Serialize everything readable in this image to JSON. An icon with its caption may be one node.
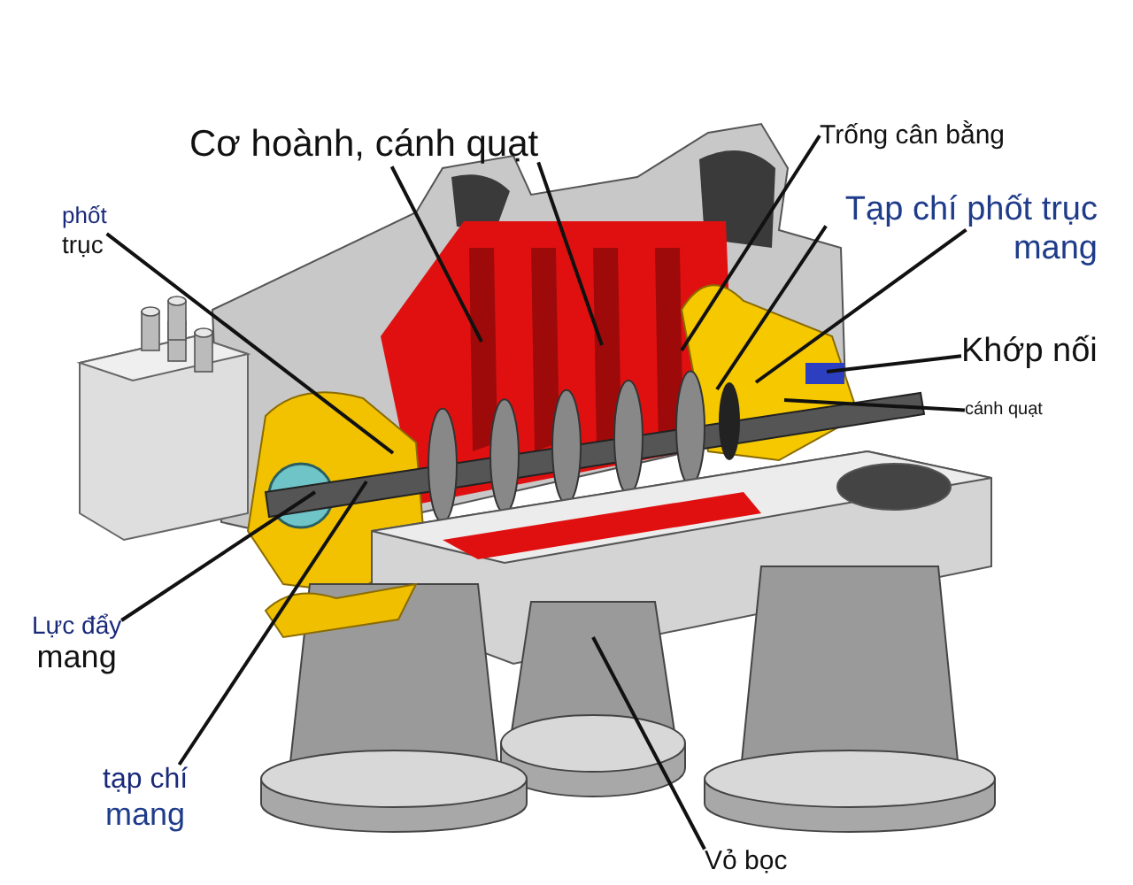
{
  "diagram": {
    "nodes": [
      {
        "text": [
          "Cơ hoành, cánh quạt"
        ]
      },
      {
        "text": [
          "Trống cân bằng"
        ]
      },
      {
        "text": [
          "Tạp chí phốt trục mang"
        ]
      },
      {
        "text": [
          "Khớp nối"
        ]
      },
      {
        "text": [
          "cánh quạt"
        ]
      },
      {
        "text": [
          "phốt",
          "trục"
        ]
      },
      {
        "text": [
          "Lực đẩy",
          "mang"
        ]
      },
      {
        "text": [
          "tạp chí",
          "mang"
        ]
      },
      {
        "text": [
          "Vỏ bọc"
        ]
      }
    ],
    "edges": [
      {
        "from": 0,
        "to": null,
        "arrow": "none"
      },
      {
        "from": 0,
        "to": null,
        "arrow": "none"
      },
      {
        "from": 1,
        "to": null,
        "arrow": "none"
      },
      {
        "from": 2,
        "to": null,
        "arrow": "none"
      },
      {
        "from": 2,
        "to": null,
        "arrow": "none"
      },
      {
        "from": 3,
        "to": null,
        "arrow": "none"
      },
      {
        "from": 4,
        "to": null,
        "arrow": "none"
      },
      {
        "from": 5,
        "to": null,
        "arrow": "none"
      },
      {
        "from": 6,
        "to": null,
        "arrow": "none"
      },
      {
        "from": 7,
        "to": null,
        "arrow": "none"
      },
      {
        "from": 8,
        "to": null,
        "arrow": "none"
      }
    ]
  }
}
